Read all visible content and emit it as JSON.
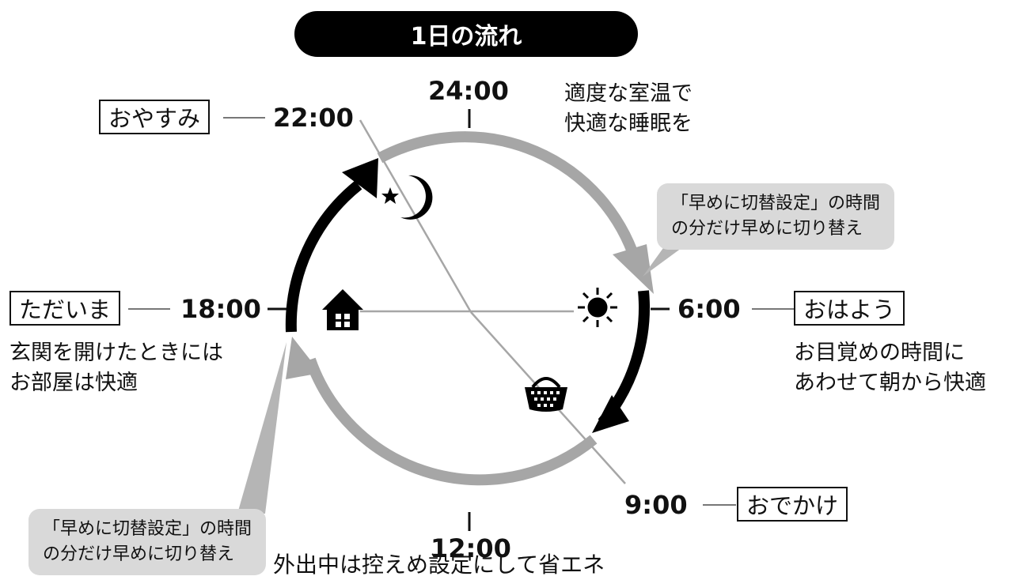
{
  "title": "1日の流れ",
  "times": {
    "t24": "24:00",
    "t22": "22:00",
    "t18": "18:00",
    "t6": "6:00",
    "t9": "9:00",
    "t12": "12:00"
  },
  "labels": {
    "oyasumi": "おやすみ",
    "tadaima": "ただいま",
    "ohayou": "おはよう",
    "odekake": "おでかけ"
  },
  "notes": {
    "night": [
      "適度な室温で",
      "快適な睡眠を"
    ],
    "evening": [
      "玄関を開けたときには",
      "お部屋は快適"
    ],
    "morning": [
      "お目覚めの時間に",
      "あわせて朝から快適"
    ],
    "daytime": "外出中は控えめ設定にして省エネ"
  },
  "bubbles": {
    "upper_right": [
      "「早めに切替設定」の時間",
      "の分だけ早めに切り替え"
    ],
    "lower_left": [
      "「早めに切替設定」の時間",
      "の分だけ早めに切り替え"
    ]
  },
  "icons": [
    "moon-star-icon",
    "sun-icon",
    "house-icon",
    "basket-icon"
  ],
  "colors": {
    "active_arc": "#000000",
    "inactive_arc": "#a6a6a6",
    "bubble": "#d9d9d9",
    "pointer": "#b5b5b5"
  }
}
